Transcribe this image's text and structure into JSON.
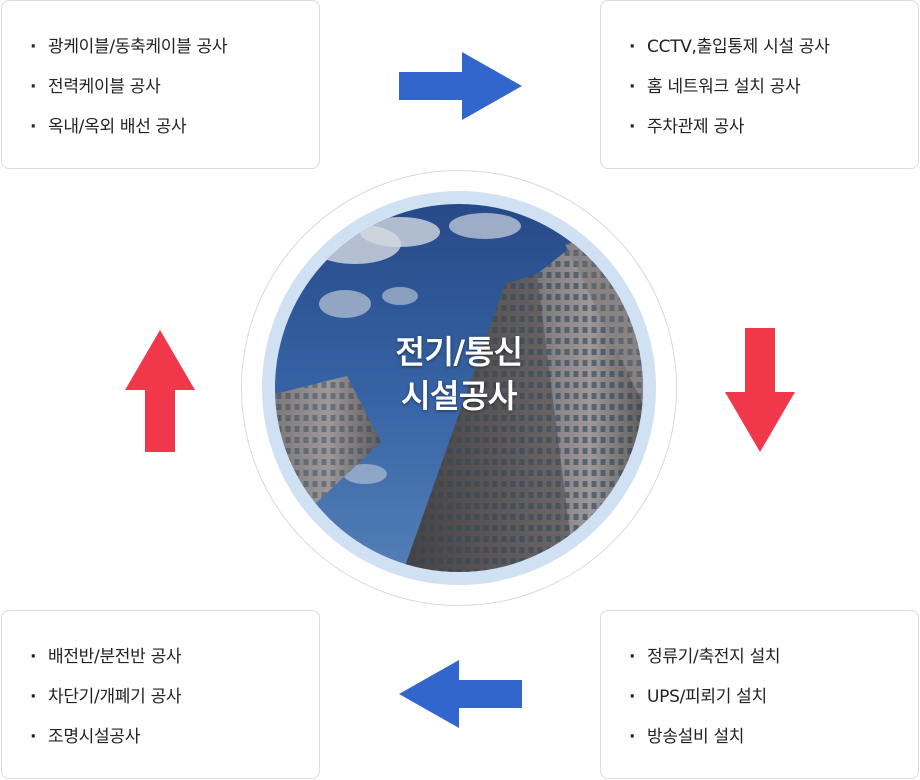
{
  "center": {
    "title_line1": "전기/통신",
    "title_line2": "시설공사"
  },
  "boxes": {
    "top_left": [
      "광케이블/동축케이블 공사",
      "전력케이블 공사",
      "옥내/옥외 배선 공사"
    ],
    "top_right": [
      "CCTV,출입통제 시설 공사",
      "홈 네트워크 설치 공사",
      "주차관제 공사"
    ],
    "bottom_left": [
      "배전반/분전반 공사",
      "차단기/개폐기 공사",
      "조명시설공사"
    ],
    "bottom_right": [
      "정류기/축전지 설치",
      "UPS/피뢰기 설치",
      "방송설비 설치"
    ]
  },
  "bullet": "·",
  "colors": {
    "arrow_blue": "#3366cc",
    "arrow_red": "#f0384a",
    "ring": "#cfe1f3",
    "box_border": "#dcdcdc"
  },
  "icons": {
    "arrow_right": "arrow-right-icon",
    "arrow_down": "arrow-down-icon",
    "arrow_left": "arrow-left-icon",
    "arrow_up": "arrow-up-icon"
  }
}
